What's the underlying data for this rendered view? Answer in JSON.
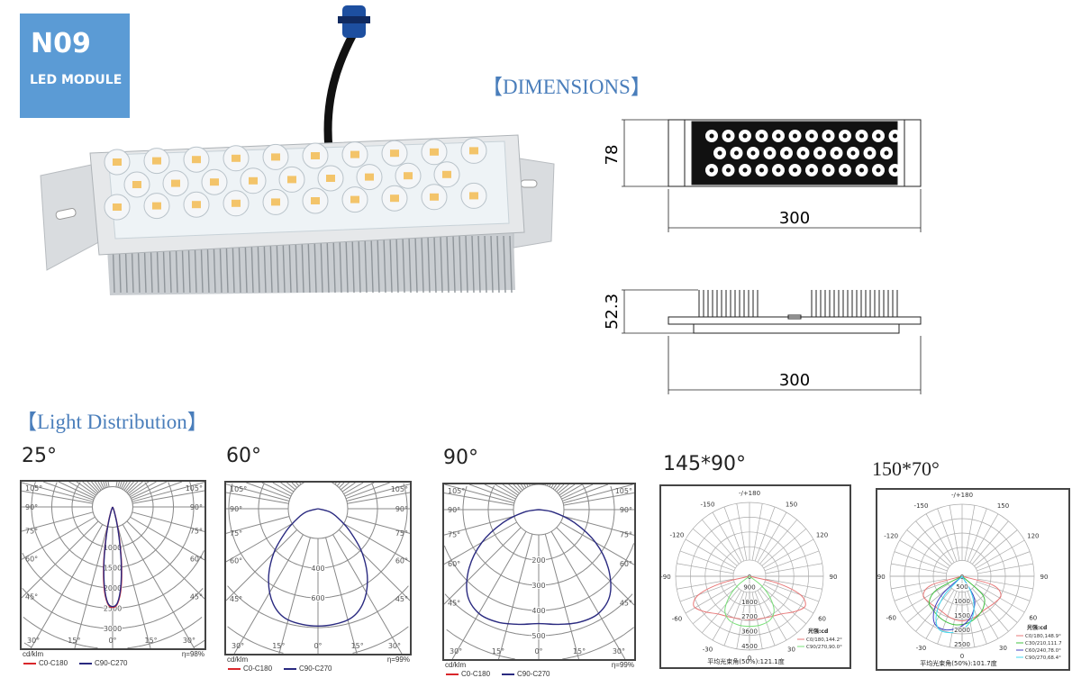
{
  "badge": {
    "model": "N09",
    "subtitle": "LED MODULE"
  },
  "dimensions": {
    "title": "【DIMENSIONS】",
    "top_view": {
      "height": "78",
      "length": "300"
    },
    "side_view": {
      "height": "52.3",
      "length": "300"
    }
  },
  "light_distribution": {
    "title": "【Light Distribution】"
  },
  "colors": {
    "badge": "#5b9bd5",
    "section_title": "#4a7ebb"
  },
  "chart_data": [
    {
      "type": "polar",
      "title": "25°",
      "unit": "cd/klm",
      "efficiency": "η=98%",
      "ring_labels": [
        1000,
        1500,
        2000,
        2500,
        3000
      ],
      "side_angle_labels": [
        105,
        90,
        75,
        60,
        45
      ],
      "bottom_angle_labels": [
        30,
        15,
        0,
        15,
        30
      ],
      "series": [
        {
          "name": "C0-C180",
          "color": "#d9262b",
          "points": [
            [
              -30,
              0
            ],
            [
              -20,
              120
            ],
            [
              -15,
              420
            ],
            [
              -12,
              800
            ],
            [
              -9,
              1400
            ],
            [
              -6,
              2000
            ],
            [
              -3,
              2380
            ],
            [
              0,
              2480
            ],
            [
              3,
              2380
            ],
            [
              6,
              2000
            ],
            [
              9,
              1400
            ],
            [
              12,
              800
            ],
            [
              15,
              420
            ],
            [
              20,
              120
            ],
            [
              30,
              0
            ]
          ]
        },
        {
          "name": "C90-C270",
          "color": "#2a2a80",
          "points": [
            [
              -30,
              0
            ],
            [
              -20,
              100
            ],
            [
              -15,
              380
            ],
            [
              -12,
              760
            ],
            [
              -9,
              1350
            ],
            [
              -6,
              1950
            ],
            [
              -3,
              2360
            ],
            [
              0,
              2460
            ],
            [
              3,
              2360
            ],
            [
              6,
              1950
            ],
            [
              9,
              1350
            ],
            [
              12,
              760
            ],
            [
              15,
              380
            ],
            [
              20,
              100
            ],
            [
              30,
              0
            ]
          ]
        }
      ]
    },
    {
      "type": "polar",
      "title": "60°",
      "unit": "cd/klm",
      "efficiency": "η=99%",
      "ring_labels": [
        400,
        600
      ],
      "side_angle_labels": [
        105,
        90,
        75,
        60,
        45
      ],
      "bottom_angle_labels": [
        30,
        15,
        0,
        15,
        30
      ],
      "series": [
        {
          "name": "C0-C180",
          "color": "#d9262b",
          "points": []
        },
        {
          "name": "C90-C270",
          "color": "#2a2a80",
          "points": [
            [
              -90,
              0
            ],
            [
              -75,
              80
            ],
            [
              -65,
              150
            ],
            [
              -55,
              260
            ],
            [
              -45,
              420
            ],
            [
              -35,
              580
            ],
            [
              -25,
              710
            ],
            [
              -15,
              775
            ],
            [
              0,
              790
            ],
            [
              15,
              775
            ],
            [
              25,
              710
            ],
            [
              35,
              580
            ],
            [
              45,
              420
            ],
            [
              55,
              260
            ],
            [
              65,
              150
            ],
            [
              75,
              80
            ],
            [
              90,
              0
            ]
          ]
        }
      ]
    },
    {
      "type": "polar",
      "title": "90°",
      "unit": "cd/klm",
      "efficiency": "η=99%",
      "ring_labels": [
        200,
        300,
        400,
        500
      ],
      "side_angle_labels": [
        105,
        90,
        75,
        60,
        45
      ],
      "bottom_angle_labels": [
        30,
        15,
        0,
        15,
        30
      ],
      "series": [
        {
          "name": "C0-C180",
          "color": "#d9262b",
          "points": []
        },
        {
          "name": "C90-C270",
          "color": "#2a2a80",
          "points": [
            [
              -90,
              0
            ],
            [
              -80,
              60
            ],
            [
              -70,
              150
            ],
            [
              -60,
              260
            ],
            [
              -50,
              360
            ],
            [
              -40,
              440
            ],
            [
              -30,
              475
            ],
            [
              -20,
              475
            ],
            [
              -10,
              462
            ],
            [
              0,
              452
            ],
            [
              10,
              462
            ],
            [
              20,
              475
            ],
            [
              30,
              475
            ],
            [
              40,
              440
            ],
            [
              50,
              360
            ],
            [
              60,
              260
            ],
            [
              70,
              150
            ],
            [
              80,
              60
            ],
            [
              90,
              0
            ]
          ]
        }
      ]
    },
    {
      "type": "polar",
      "title": "145*90°",
      "unit": "光强:cd",
      "caption": "平均光束角(50%):121.1度",
      "ring_labels": [
        900,
        1800,
        2700,
        3600,
        4500
      ],
      "angle_labels": [
        "-/+180",
        "150",
        "120",
        "90",
        "60",
        "30",
        "0",
        "-30",
        "-60",
        "-90",
        "-120",
        "-150"
      ],
      "series": [
        {
          "name": "C0/180,144.2°",
          "color": "#e87878",
          "points": [
            [
              -82,
              0
            ],
            [
              -76,
              1800
            ],
            [
              -70,
              3300
            ],
            [
              -62,
              3850
            ],
            [
              -52,
              3500
            ],
            [
              -40,
              3000
            ],
            [
              -25,
              2750
            ],
            [
              0,
              2650
            ],
            [
              25,
              2750
            ],
            [
              40,
              3000
            ],
            [
              52,
              3500
            ],
            [
              62,
              3850
            ],
            [
              70,
              3300
            ],
            [
              76,
              1800
            ],
            [
              82,
              0
            ]
          ]
        },
        {
          "name": "C90/270,90.0°",
          "color": "#78e078",
          "points": [
            [
              -60,
              0
            ],
            [
              -52,
              900
            ],
            [
              -45,
              1700
            ],
            [
              -36,
              2550
            ],
            [
              -25,
              2950
            ],
            [
              -12,
              3050
            ],
            [
              0,
              3050
            ],
            [
              12,
              3050
            ],
            [
              25,
              2950
            ],
            [
              36,
              2550
            ],
            [
              45,
              1700
            ],
            [
              52,
              900
            ],
            [
              60,
              0
            ]
          ]
        }
      ]
    },
    {
      "type": "polar",
      "title": "150*70°",
      "unit": "光强:cd",
      "caption": "平均光束角(50%):101.7度",
      "ring_labels": [
        500,
        1000,
        1500,
        2000,
        2500
      ],
      "angle_labels": [
        "-/+180",
        "150",
        "120",
        "90",
        "60",
        "30",
        "0",
        "-30",
        "-60",
        "-90",
        "-120",
        "-150"
      ],
      "series": [
        {
          "name": "C0/180,148.9°",
          "color": "#e87878",
          "points": [
            [
              -82,
              0
            ],
            [
              -74,
              1100
            ],
            [
              -64,
              1500
            ],
            [
              -50,
              1450
            ],
            [
              -35,
              1400
            ],
            [
              -15,
              1500
            ],
            [
              0,
              1550
            ],
            [
              15,
              1500
            ],
            [
              35,
              1400
            ],
            [
              50,
              1450
            ],
            [
              64,
              1500
            ],
            [
              74,
              1100
            ],
            [
              82,
              0
            ]
          ]
        },
        {
          "name": "C30/210,111.7",
          "color": "#40c040",
          "points": [
            [
              -70,
              0
            ],
            [
              -62,
              1000
            ],
            [
              -52,
              1450
            ],
            [
              -40,
              1550
            ],
            [
              -25,
              1650
            ],
            [
              -10,
              1700
            ],
            [
              5,
              1650
            ],
            [
              20,
              1500
            ],
            [
              35,
              1300
            ],
            [
              48,
              950
            ],
            [
              58,
              0
            ]
          ]
        },
        {
          "name": "C60/240,78.0°",
          "color": "#4040c0",
          "points": [
            [
              -55,
              0
            ],
            [
              -48,
              900
            ],
            [
              -40,
              1500
            ],
            [
              -30,
              1900
            ],
            [
              -18,
              1950
            ],
            [
              -5,
              1800
            ],
            [
              8,
              1550
            ],
            [
              20,
              1200
            ],
            [
              30,
              800
            ],
            [
              38,
              0
            ]
          ]
        },
        {
          "name": "C90/270,68.4°",
          "color": "#40d8f0",
          "points": [
            [
              -50,
              0
            ],
            [
              -43,
              900
            ],
            [
              -34,
              1600
            ],
            [
              -24,
              2000
            ],
            [
              -12,
              2000
            ],
            [
              0,
              1850
            ],
            [
              12,
              1550
            ],
            [
              22,
              1100
            ],
            [
              30,
              600
            ],
            [
              35,
              0
            ]
          ]
        }
      ]
    }
  ]
}
